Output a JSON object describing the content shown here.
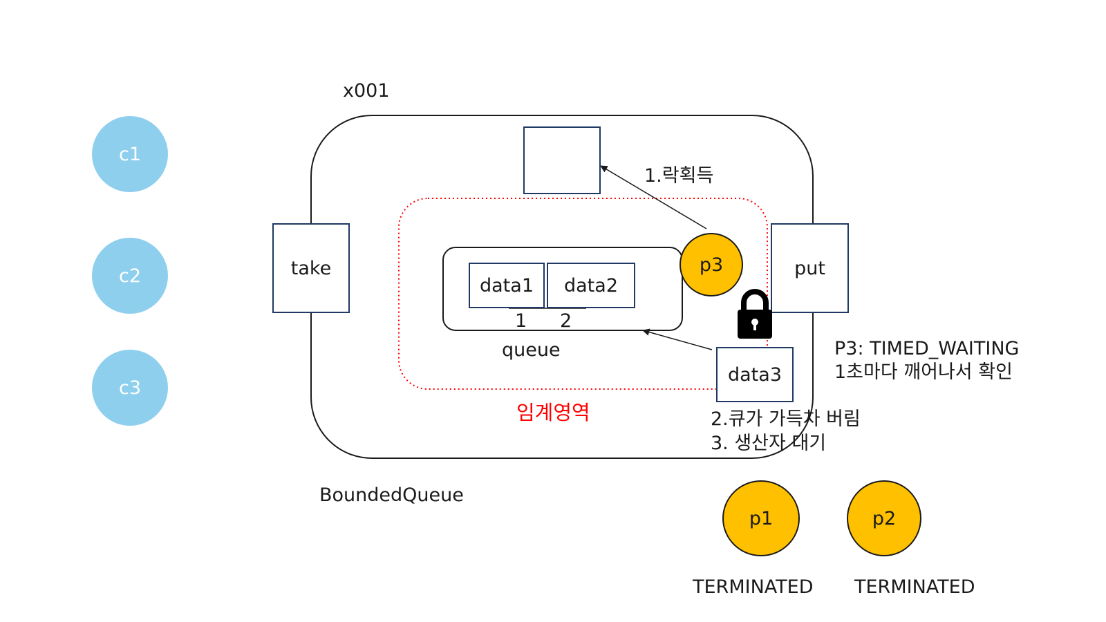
{
  "object_id": "x001",
  "class_name": "BoundedQueue",
  "consumers": [
    {
      "label": "c1"
    },
    {
      "label": "c2"
    },
    {
      "label": "c3"
    }
  ],
  "methods": {
    "take": "take",
    "put": "put"
  },
  "queue": {
    "label": "queue",
    "slots": [
      {
        "value": "data1",
        "index": "1"
      },
      {
        "value": "data2",
        "index": "2"
      }
    ]
  },
  "critical_section_label": "임계영역",
  "lock_step_label": "1.락획득",
  "producer_p3": {
    "label": "p3",
    "data": "data3",
    "state_line1": "P3: TIMED_WAITING",
    "state_line2": "1초마다 깨어나서 확인",
    "step2": "2.큐가 가득차 버림",
    "step3": "3. 생산자 대기"
  },
  "terminated_producers": [
    {
      "label": "p1",
      "state": "TERMINATED"
    },
    {
      "label": "p2",
      "state": "TERMINATED"
    }
  ],
  "colors": {
    "consumer": "#8ecfee",
    "producer": "#ffc000",
    "critical_section": "#ff0000",
    "box_border": "#1f3864"
  },
  "icons": [
    "padlock-icon",
    "arrow-icon"
  ]
}
